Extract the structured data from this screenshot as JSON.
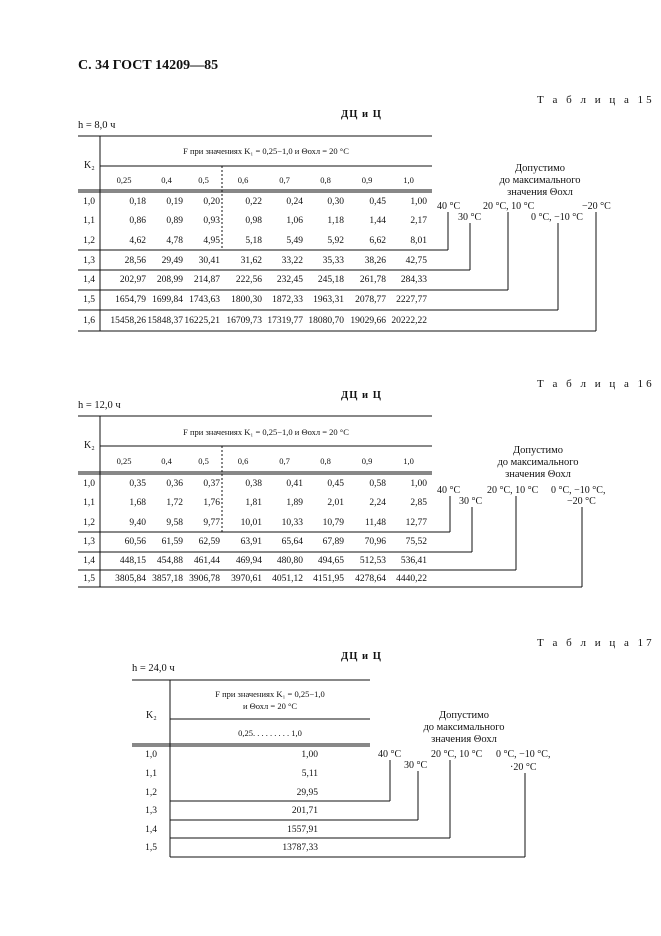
{
  "header": "С. 34 ГОСТ 14209—85",
  "tables": [
    {
      "number": "Т а б л и ц а  15",
      "subtitle": "ДЦ и Ц",
      "h": "h = 8,0 ч",
      "k2": "K₂",
      "f_header": "F при значениях K₁ = 0,25−1,0 и Θохл = 20 °С",
      "columns": [
        "0,25",
        "0,4",
        "0,5",
        "0,6",
        "0,7",
        "0,8",
        "0,9",
        "1,0"
      ],
      "rows": [
        {
          "k2": "1,0",
          "v": [
            "0,18",
            "0,19",
            "0,20",
            "0,22",
            "0,24",
            "0,30",
            "0,45",
            "1,00"
          ]
        },
        {
          "k2": "1,1",
          "v": [
            "0,86",
            "0,89",
            "0,93",
            "0,98",
            "1,06",
            "1,18",
            "1,44",
            "2,17"
          ]
        },
        {
          "k2": "1,2",
          "v": [
            "4,62",
            "4,78",
            "4,95",
            "5,18",
            "5,49",
            "5,92",
            "6,62",
            "8,01"
          ]
        },
        {
          "k2": "1,3",
          "v": [
            "28,56",
            "29,49",
            "30,41",
            "31,62",
            "33,22",
            "35,33",
            "38,26",
            "42,75"
          ]
        },
        {
          "k2": "1,4",
          "v": [
            "202,97",
            "208,99",
            "214,87",
            "222,56",
            "232,45",
            "245,18",
            "261,78",
            "284,33"
          ]
        },
        {
          "k2": "1,5",
          "v": [
            "1654,79",
            "1699,84",
            "1743,63",
            "1800,30",
            "1872,33",
            "1963,31",
            "2078,77",
            "2227,77"
          ]
        },
        {
          "k2": "1,6",
          "v": [
            "15458,26",
            "15848,37",
            "16225,21",
            "16709,73",
            "17319,77",
            "18080,70",
            "19029,66",
            "20222,22"
          ]
        }
      ],
      "note": [
        "Допустимо",
        "до максимального",
        "значения Θохл"
      ],
      "labels": [
        "40 °С",
        "30 °С",
        "20 °С, 10 °С",
        "0 °С, −10 °С",
        "−20 °С"
      ]
    },
    {
      "number": "Т а б л и ц а  16",
      "subtitle": "ДЦ и Ц",
      "h": "h = 12,0 ч",
      "k2": "K₂",
      "f_header": "F при значениях K₁ = 0,25−1,0 и Θохл = 20 °С",
      "columns": [
        "0,25",
        "0,4",
        "0,5",
        "0,6",
        "0,7",
        "0,8",
        "0,9",
        "1,0"
      ],
      "rows": [
        {
          "k2": "1,0",
          "v": [
            "0,35",
            "0,36",
            "0,37",
            "0,38",
            "0,41",
            "0,45",
            "0,58",
            "1,00"
          ]
        },
        {
          "k2": "1,1",
          "v": [
            "1,68",
            "1,72",
            "1,76",
            "1,81",
            "1,89",
            "2,01",
            "2,24",
            "2,85"
          ]
        },
        {
          "k2": "1,2",
          "v": [
            "9,40",
            "9,58",
            "9,77",
            "10,01",
            "10,33",
            "10,79",
            "11,48",
            "12,77"
          ]
        },
        {
          "k2": "1,3",
          "v": [
            "60,56",
            "61,59",
            "62,59",
            "63,91",
            "65,64",
            "67,89",
            "70,96",
            "75,52"
          ]
        },
        {
          "k2": "1,4",
          "v": [
            "448,15",
            "454,88",
            "461,44",
            "469,94",
            "480,80",
            "494,65",
            "512,53",
            "536,41"
          ]
        },
        {
          "k2": "1,5",
          "v": [
            "3805,84",
            "3857,18",
            "3906,78",
            "3970,61",
            "4051,12",
            "4151,95",
            "4278,64",
            "4440,22"
          ]
        }
      ],
      "note": [
        "Допустимо",
        "до максимального",
        "значения Θохл"
      ],
      "labels": [
        "40 °С",
        "30 °С",
        "20 °С, 10 °С",
        "0 °С, −10 °С,",
        "−20 °С"
      ]
    },
    {
      "number": "Т а б л и ц а  17",
      "subtitle": "ДЦ и Ц",
      "h": "h = 24,0 ч",
      "k2": "K₂",
      "f_header_1": "F при значениях K₁ = 0,25−1,0",
      "f_header_2": "и Θохл = 20 °С",
      "col_header": "0,25. . . . . . . . . 1,0",
      "rows": [
        {
          "k2": "1,0",
          "v": "1,00"
        },
        {
          "k2": "1,1",
          "v": "5,11"
        },
        {
          "k2": "1,2",
          "v": "29,95"
        },
        {
          "k2": "1,3",
          "v": "201,71"
        },
        {
          "k2": "1,4",
          "v": "1557,91"
        },
        {
          "k2": "1,5",
          "v": "13787,33"
        }
      ],
      "note": [
        "Допустимо",
        "до максимального",
        "значения Θохл"
      ],
      "labels": [
        "40 °С",
        "30 °С",
        "20 °С, 10 °С",
        "0 °С, −10 °С,",
        "·20 °С"
      ]
    }
  ]
}
